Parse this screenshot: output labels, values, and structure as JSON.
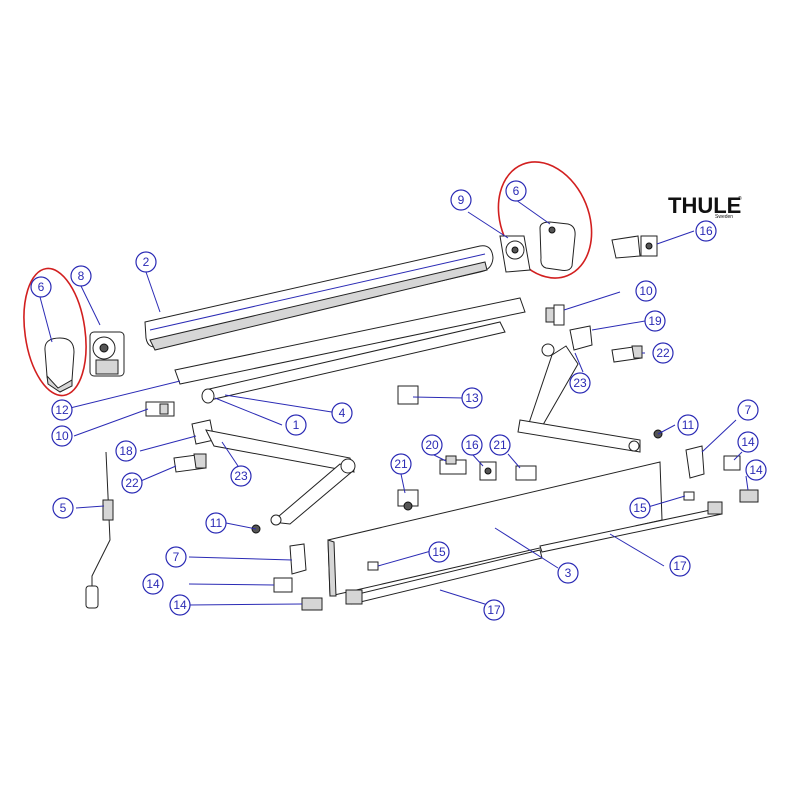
{
  "brand": {
    "logo_text": "THULE",
    "logo_mark": "®",
    "logo_sub": "Sweden"
  },
  "callouts": [
    "1",
    "2",
    "3",
    "4",
    "5",
    "6",
    "6",
    "7",
    "7",
    "8",
    "9",
    "10",
    "10",
    "11",
    "11",
    "12",
    "13",
    "14",
    "14",
    "14",
    "14",
    "15",
    "15",
    "16",
    "16",
    "17",
    "17",
    "18",
    "19",
    "20",
    "21",
    "21",
    "22",
    "22",
    "23",
    "23"
  ],
  "colors": {
    "callout": "#2b2bb5",
    "highlight": "#d21f1f",
    "line": "#222222"
  }
}
